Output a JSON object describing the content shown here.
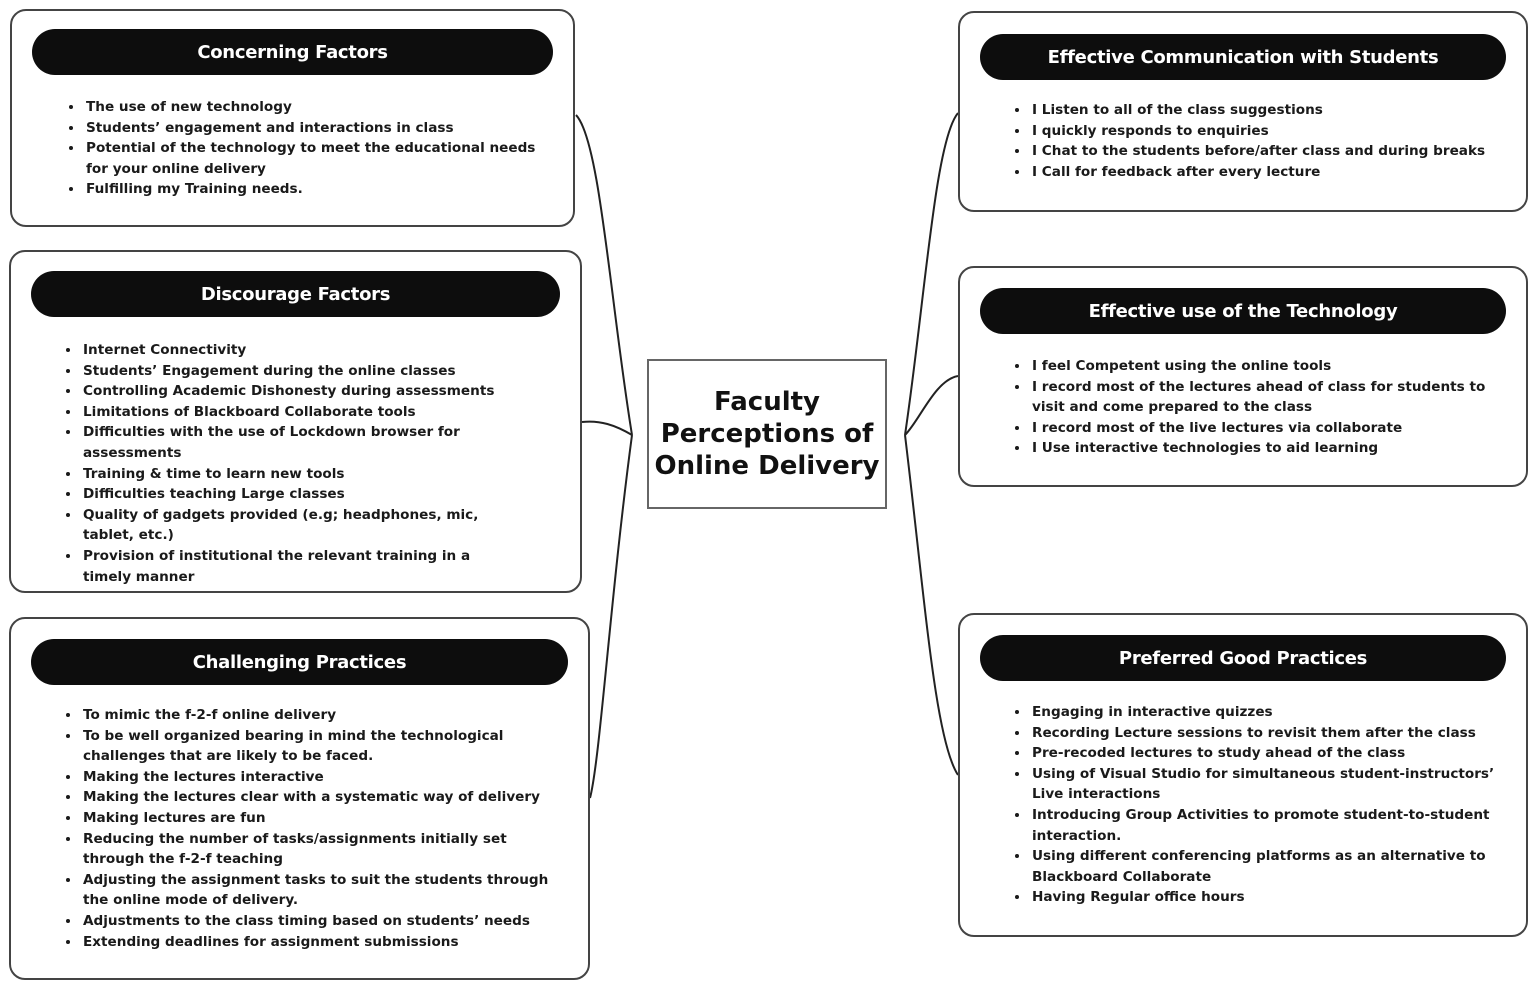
{
  "center": {
    "title": "Faculty Perceptions of Online Delivery"
  },
  "left": [
    {
      "title": "Concerning Factors",
      "items": [
        "The use of new technology",
        "Students’ engagement and interactions in class",
        "Potential of the technology to meet the educational needs for your online delivery",
        "Fulfilling my Training needs."
      ]
    },
    {
      "title": "Discourage Factors",
      "items": [
        "Internet Connectivity",
        "Students’ Engagement during the online classes",
        "Controlling Academic Dishonesty during assessments",
        "Limitations of Blackboard Collaborate tools",
        "Difficulties with the use of Lockdown browser for assessments",
        "Training & time to learn new tools",
        "Difficulties teaching Large classes",
        "Quality of gadgets provided (e.g; headphones, mic, tablet, etc.)",
        "Provision of institutional the relevant training in a timely manner"
      ]
    },
    {
      "title": "Challenging Practices",
      "items": [
        "To mimic the f-2-f online delivery",
        "To be well organized bearing in mind the technological challenges that are likely to be faced.",
        "Making the lectures interactive",
        "Making the lectures clear with a systematic way of delivery",
        "Making lectures are fun",
        "Reducing the number of tasks/assignments initially set through the f-2-f teaching",
        "Adjusting the assignment tasks to suit the students through the online mode of delivery.",
        "Adjustments to the class timing based on students’ needs",
        "Extending deadlines for assignment submissions"
      ]
    }
  ],
  "right": [
    {
      "title": "Effective Communication with Students",
      "items": [
        "I Listen to all of the class suggestions",
        "I quickly responds to enquiries",
        "I Chat to the students before/after class and during breaks",
        "I Call for feedback after every lecture"
      ]
    },
    {
      "title": "Effective use of the Technology",
      "items": [
        "I feel Competent using the online tools",
        "I record most of the lectures ahead of class for students to visit and come prepared to the class",
        "I record most of the live lectures via collaborate",
        "I Use interactive technologies to aid learning"
      ]
    },
    {
      "title": "Preferred Good Practices",
      "items": [
        "Engaging in interactive quizzes",
        "Recording Lecture sessions to revisit them after the class",
        "Pre-recoded lectures to study ahead of the class",
        "Using of Visual Studio for simultaneous student-instructors’ Live interactions",
        "Introducing Group Activities to promote student-to-student interaction.",
        "Using different conferencing platforms as an alternative to Blackboard Collaborate",
        "Having Regular office hours"
      ]
    }
  ]
}
